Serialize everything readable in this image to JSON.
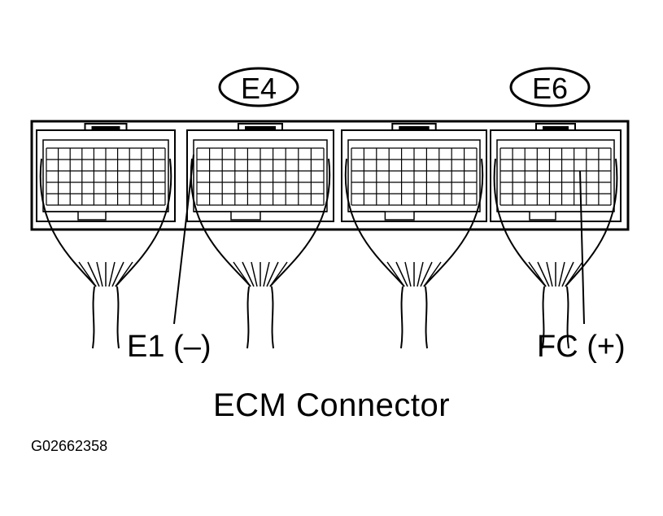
{
  "connectors": {
    "e4_label": "E4",
    "e6_label": "E6"
  },
  "pins": {
    "e1_label": "E1 (–)",
    "fc_label": "FC (+)"
  },
  "caption": "ECM Connector",
  "figure_id": "G02662358",
  "colors": {
    "ink": "#000000",
    "background": "#ffffff"
  }
}
